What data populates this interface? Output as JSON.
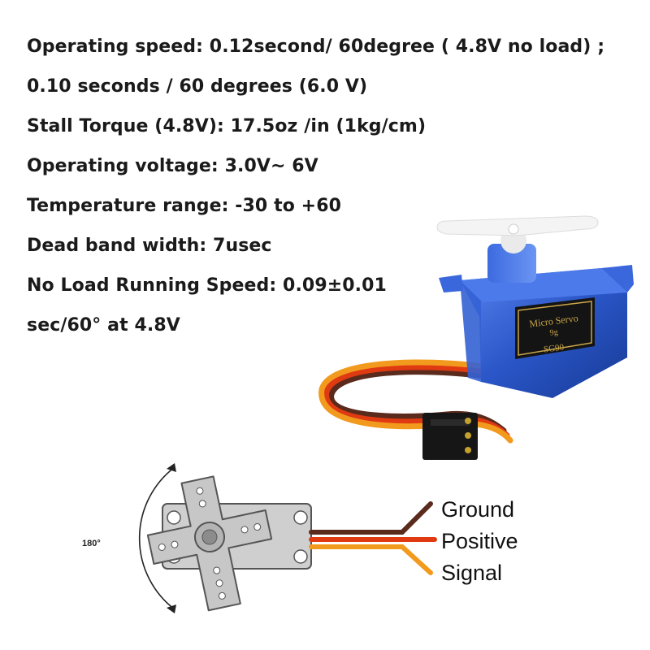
{
  "specs": [
    "Operating speed: 0.12second/ 60degree ( 4.8V no load) ;",
    "0.10 seconds / 60 degrees (6.0 V)",
    "Stall Torque (4.8V): 17.5oz /in (1kg/cm)",
    "Operating voltage: 3.0V~ 6V",
    "Temperature range: -30 to +60",
    "Dead band width: 7usec",
    "No Load Running Speed: 0.09±0.01",
    "sec/60° at 4.8V"
  ],
  "product_label": {
    "line1": "Micro Servo",
    "line2": "9g",
    "model": "SG90"
  },
  "diagram": {
    "rotation_label": "180°",
    "wires": [
      "Ground",
      "Positive",
      "Signal"
    ]
  },
  "colors": {
    "ground_wire": "#5a2a1c",
    "positive_wire": "#e03a12",
    "signal_wire": "#f29a1e",
    "servo_body": "#2a56c8",
    "label_gold": "#c9a54a"
  }
}
